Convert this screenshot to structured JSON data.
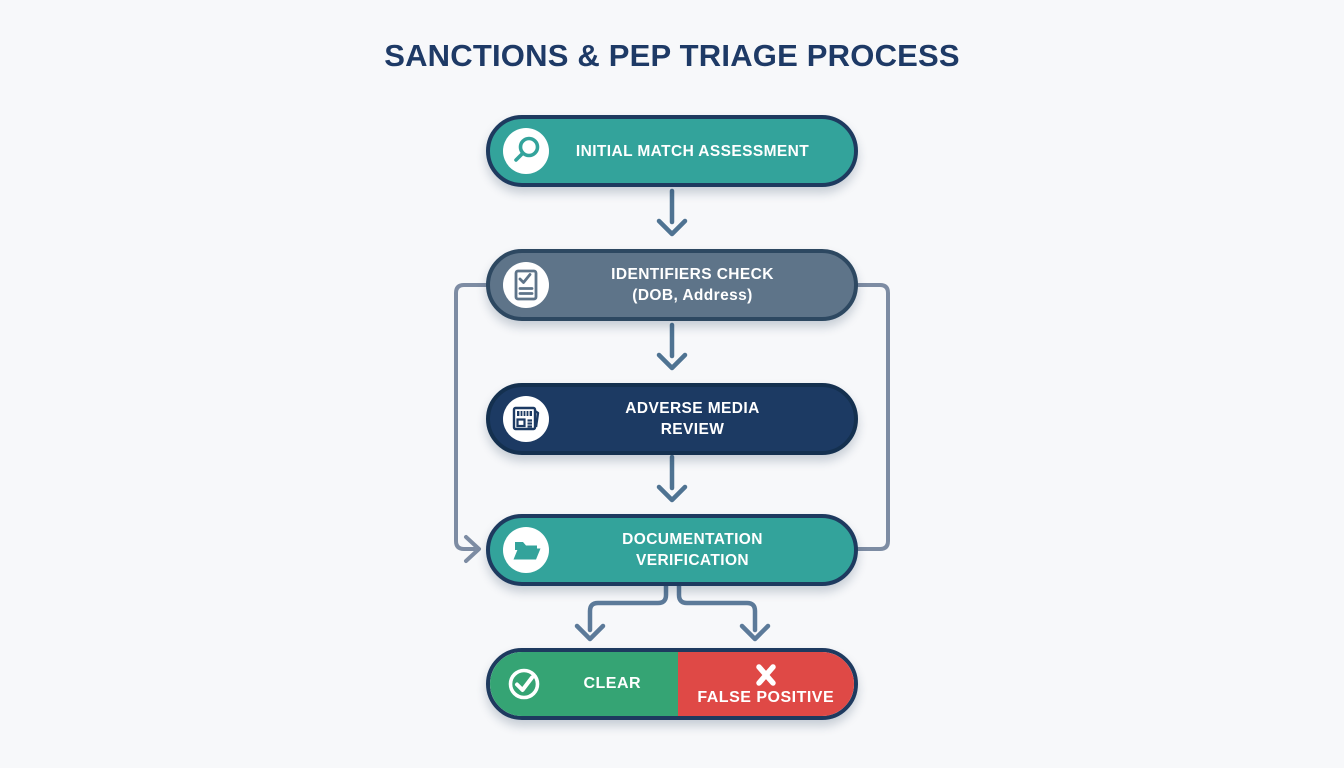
{
  "title": "SANCTIONS & PEP TRIAGE PROCESS",
  "colors": {
    "background": "#F7F8FA",
    "title": "#1E3A66",
    "teal": "#33A39B",
    "slate": "#5E7489",
    "navy": "#1C3A63",
    "green": "#35A474",
    "red": "#DF4946",
    "border_dark": "#1E3A5F",
    "border_slate": "#2D4861",
    "border_navy_deep": "#14304F",
    "arrow": "#4F7392",
    "connector": "#7D8CA3",
    "split_arrow": "#5C7A99"
  },
  "nodes": [
    {
      "id": "initial-match-assessment",
      "icon": "magnifier-icon",
      "line1": "INITIAL MATCH ASSESSMENT"
    },
    {
      "id": "identifiers-check",
      "icon": "checklist-icon",
      "line1": "IDENTIFIERS CHECK",
      "line2": "(DOB, Address)"
    },
    {
      "id": "adverse-media-review",
      "icon": "newspaper-icon",
      "line1": "ADVERSE MEDIA",
      "line2": "REVIEW"
    },
    {
      "id": "documentation-verification",
      "icon": "folder-icon",
      "line1": "DOCUMENTATION",
      "line2": "VERIFICATION"
    }
  ],
  "outcomes": {
    "clear": {
      "icon": "check-circle-icon",
      "label": "CLEAR"
    },
    "false_positive": {
      "icon": "x-icon",
      "label": "FALSE POSITIVE"
    }
  }
}
